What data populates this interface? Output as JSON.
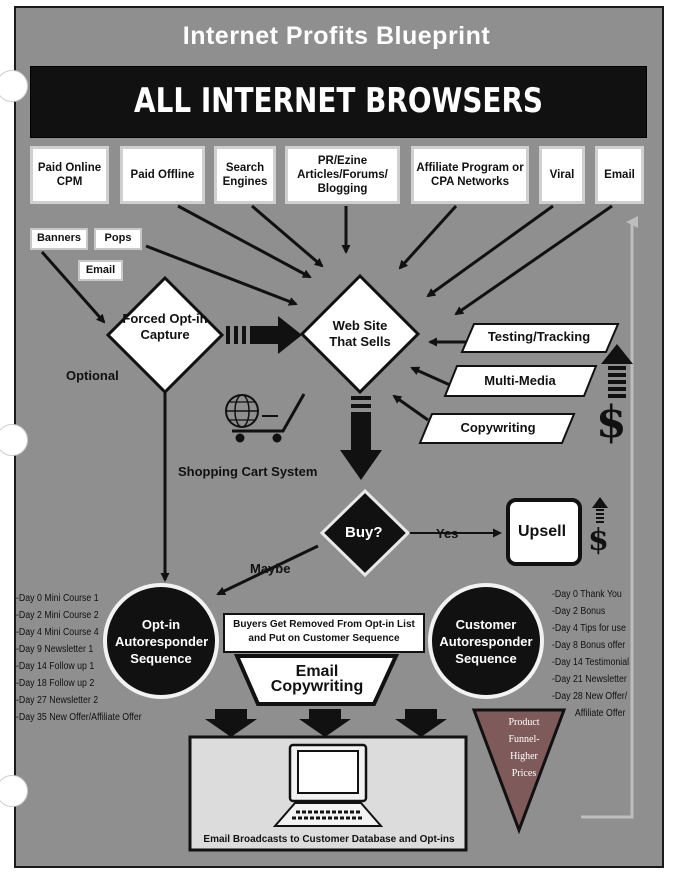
{
  "title": "Internet Profits Blueprint",
  "banner": "ALL INTERNET BROWSERS",
  "sources": [
    {
      "id": "paid-online-cpm",
      "label": "Paid Online CPM"
    },
    {
      "id": "paid-offline",
      "label": "Paid Offline"
    },
    {
      "id": "search-engines",
      "label": "Search Engines"
    },
    {
      "id": "pr-ezine",
      "label": "PR/Ezine Articles/Forums/ Blogging"
    },
    {
      "id": "affiliate",
      "label": "Affiliate Program or CPA Networks"
    },
    {
      "id": "viral",
      "label": "Viral"
    },
    {
      "id": "email",
      "label": "Email"
    }
  ],
  "small_boxes": {
    "banners": "Banners",
    "pops": "Pops",
    "email": "Email"
  },
  "optional": "Optional",
  "forced_optin": "Forced Opt-in Capture",
  "website": "Web Site That Sells",
  "testing": "Testing/Tracking",
  "multimedia": "Multi-Media",
  "copywriting": "Copywriting",
  "dollar": "$",
  "shopping_cart": "Shopping Cart System",
  "buy": "Buy?",
  "yes": "Yes",
  "maybe": "Maybe",
  "upsell": "Upsell",
  "optin_seq": "Opt-in Autoresponder Sequence",
  "customer_seq": "Customer Autoresponder Sequence",
  "buyers_note": "Buyers Get Removed From Opt-in List and Put on Customer Sequence",
  "email_copy": "Email Copywriting",
  "optin_list": [
    "-Day 0 Mini Course 1",
    "-Day 2 Mini Course 2",
    "-Day 4 Mini Course 4",
    "-Day 9 Newsletter 1",
    "-Day 14 Follow up 1",
    "-Day 18 Follow up  2",
    "-Day 27 Newsletter  2",
    "-Day 35 New Offer/Affiliate Offer"
  ],
  "customer_list": [
    "-Day 0 Thank You",
    "-Day 2 Bonus",
    "-Day 4 Tips for use",
    "-Day 8 Bonus offer",
    "-Day 14 Testimonial",
    "-Day 21 Newsletter",
    "-Day 28 New Offer/",
    "Affiliate Offer"
  ],
  "funnel": [
    "Product",
    "Funnel-",
    "Higher",
    "Prices"
  ],
  "broadcast": "Email Broadcasts to Customer Database and Opt-ins",
  "colors": {
    "background": "#8f8f8f",
    "dark": "#111111",
    "light": "#ffffff",
    "funnel": "#7f5a5a"
  }
}
